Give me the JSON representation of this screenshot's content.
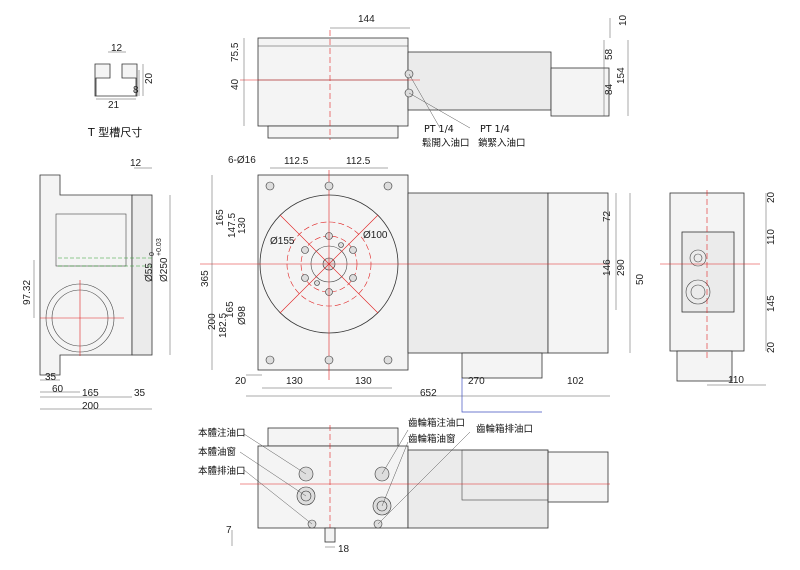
{
  "t_slot": {
    "title": "T 型槽尺寸",
    "dims": {
      "top": "12",
      "bottom": "21",
      "h1": "8",
      "h2": "20"
    }
  },
  "top_view": {
    "dims": {
      "d144": "144",
      "d10": "10",
      "d75_5": "75.5",
      "d40": "40",
      "d58": "58",
      "d154": "154",
      "d84": "84"
    },
    "port1": {
      "spec": "PT 1/4",
      "name": "鬆開入油口"
    },
    "port2": {
      "spec": "PT 1/4",
      "name": "鎖緊入油口"
    }
  },
  "left_view": {
    "dims": {
      "d12": "12",
      "d55": "Ø55",
      "tol_plus": "+0.03",
      "tol_zero": "0",
      "d250": "Ø250",
      "d97_32": "97.32",
      "d35a": "35",
      "d60": "60",
      "d165": "165",
      "d35b": "35",
      "d200": "200"
    }
  },
  "front_view": {
    "dims": {
      "holes": "6-Ø16",
      "d112_5a": "112.5",
      "d112_5b": "112.5",
      "d165": "165",
      "d147_5": "147.5",
      "d130": "130",
      "d365": "365",
      "d200": "200",
      "d182_5": "182.5",
      "d165b": "165",
      "d98": "Ø98",
      "d155": "Ø155",
      "d100": "Ø100",
      "d20": "20",
      "d130a": "130",
      "d130b": "130",
      "d652": "652",
      "d270": "270",
      "d102": "102",
      "d72": "72",
      "d146": "146",
      "d290": "290"
    }
  },
  "right_view": {
    "dims": {
      "d20a": "20",
      "d110": "110",
      "d50": "50",
      "d145": "145",
      "d20b": "20",
      "d110b": "110"
    }
  },
  "bottom_view": {
    "labels": {
      "fill": "本體注油口",
      "window": "本體油窗",
      "drain": "本體排油口",
      "gear_fill": "齒輪箱注油口",
      "gear_window": "齒輪箱油窗",
      "gear_drain": "齒輪箱排油口"
    },
    "dims": {
      "d7": "7",
      "d18": "18"
    }
  }
}
